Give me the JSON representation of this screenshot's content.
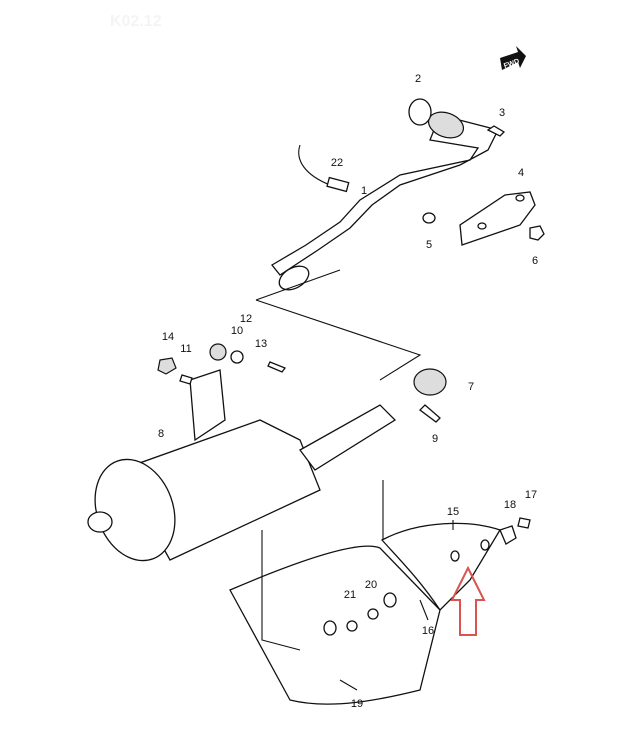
{
  "diagram": {
    "watermark": "K02.12",
    "direction_badge": "FWD",
    "accent_arrow_color": "#d9534f",
    "callouts": [
      "1",
      "2",
      "3",
      "4",
      "5",
      "6",
      "7",
      "8",
      "9",
      "10",
      "11",
      "12",
      "13",
      "14",
      "15",
      "16",
      "17",
      "18",
      "19",
      "20",
      "21",
      "22"
    ]
  }
}
